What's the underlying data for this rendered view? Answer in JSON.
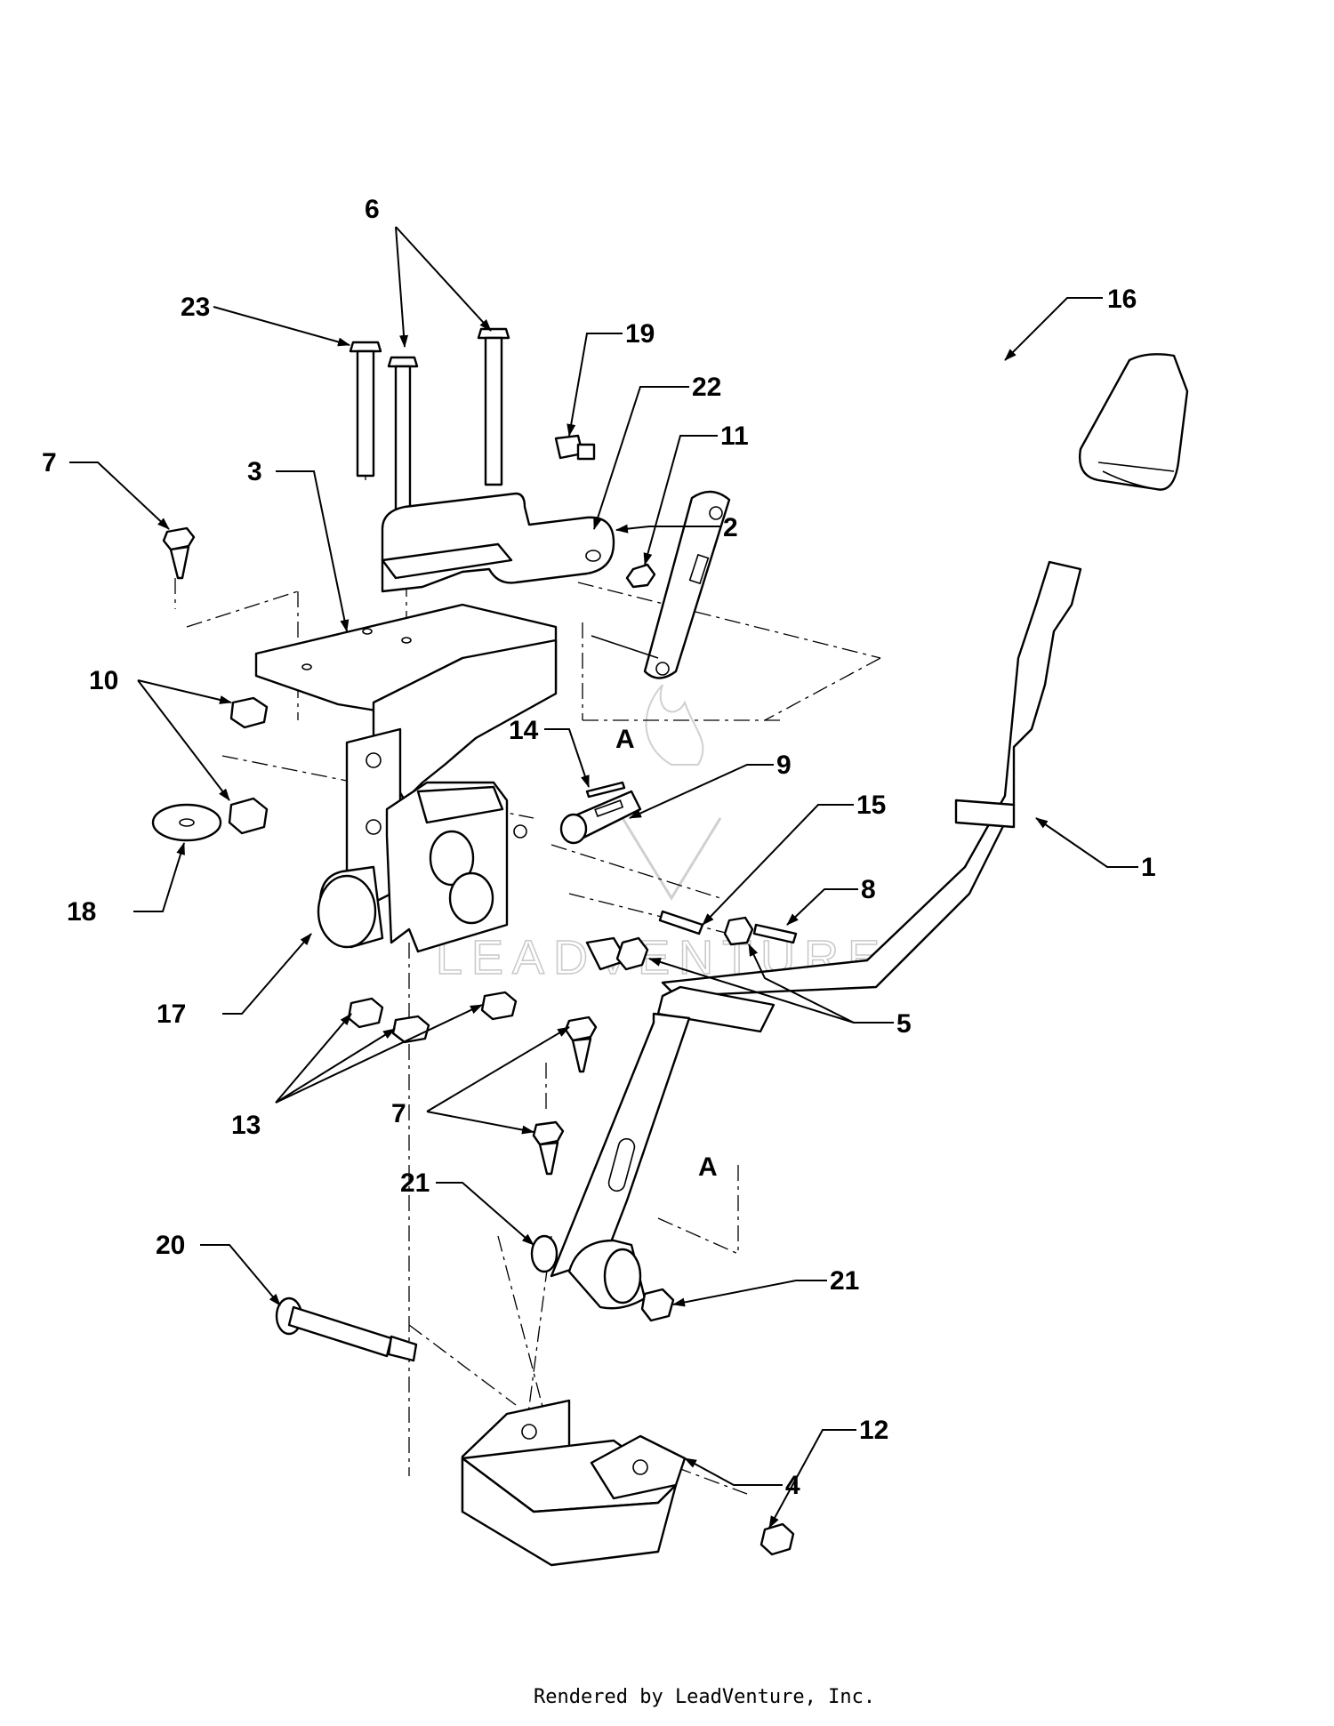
{
  "callouts": [
    {
      "id": "c1",
      "label": "1"
    },
    {
      "id": "c2",
      "label": "2"
    },
    {
      "id": "c3",
      "label": "3"
    },
    {
      "id": "c4",
      "label": "4"
    },
    {
      "id": "c5",
      "label": "5"
    },
    {
      "id": "c6",
      "label": "6"
    },
    {
      "id": "c7a",
      "label": "7"
    },
    {
      "id": "c7b",
      "label": "7"
    },
    {
      "id": "c8",
      "label": "8"
    },
    {
      "id": "c9",
      "label": "9"
    },
    {
      "id": "c10",
      "label": "10"
    },
    {
      "id": "c11",
      "label": "11"
    },
    {
      "id": "c12",
      "label": "12"
    },
    {
      "id": "c13",
      "label": "13"
    },
    {
      "id": "c14",
      "label": "14"
    },
    {
      "id": "c15",
      "label": "15"
    },
    {
      "id": "c16",
      "label": "16"
    },
    {
      "id": "c17",
      "label": "17"
    },
    {
      "id": "c18",
      "label": "18"
    },
    {
      "id": "c19",
      "label": "19"
    },
    {
      "id": "c20",
      "label": "20"
    },
    {
      "id": "c21a",
      "label": "21"
    },
    {
      "id": "c21b",
      "label": "21"
    },
    {
      "id": "c22",
      "label": "22"
    },
    {
      "id": "c23",
      "label": "23"
    }
  ],
  "section_markers": [
    "A",
    "A"
  ],
  "watermark": "LEADVENTURE",
  "footer": "Rendered by LeadVenture, Inc."
}
